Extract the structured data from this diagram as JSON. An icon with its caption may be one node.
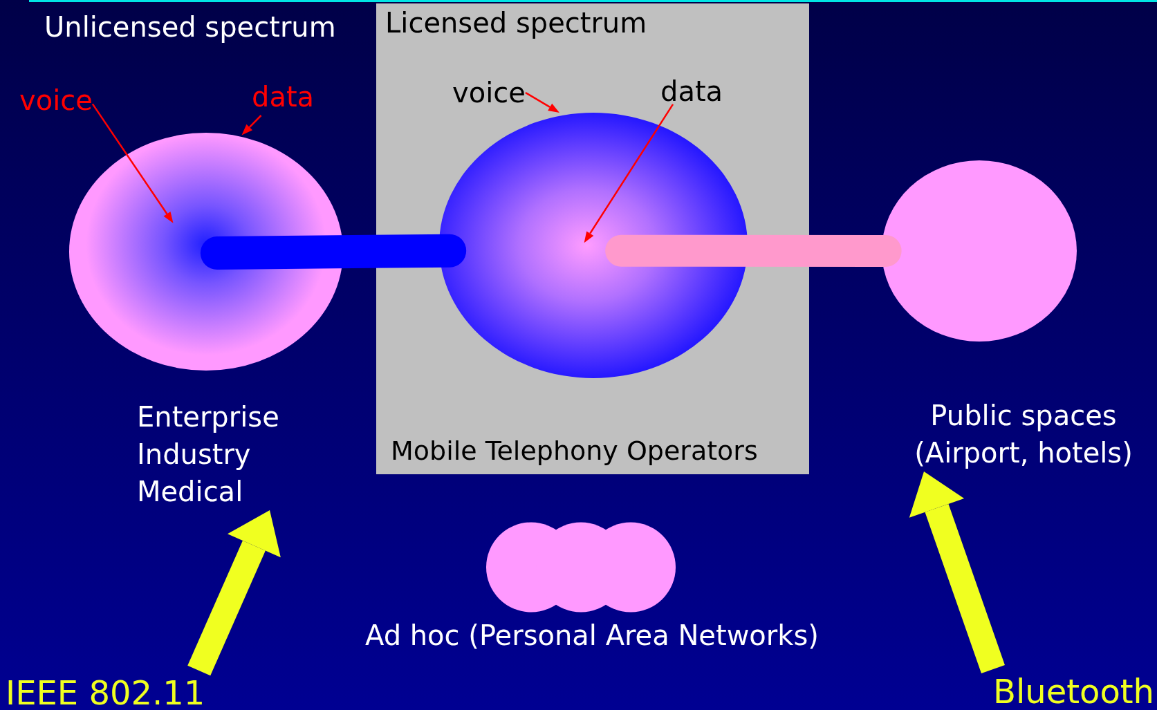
{
  "diagram": {
    "nodes": [
      {
        "text": [
          "Licensed spectrum",
          "Mobile Telephony Operators"
        ]
      },
      {
        "text": [],
        "shape": "circle"
      },
      {
        "text": [],
        "shape": "circle",
        "in": 0
      },
      {
        "text": [],
        "shape": "circle"
      },
      {
        "text": [],
        "shape": "cloud",
        "beside": [
          "Ad hoc (Personal Area Networks)"
        ]
      },
      {
        "text": [
          "voice"
        ]
      },
      {
        "text": [
          "data"
        ]
      },
      {
        "text": [
          "voice"
        ],
        "in": 0
      },
      {
        "text": [
          "data"
        ],
        "in": 0
      },
      {
        "text": [
          "Enterprise Industry Medical"
        ]
      },
      {
        "text": [
          "Public spaces (Airport, hotels)"
        ]
      },
      {
        "text": [
          "IEEE 802.11"
        ]
      },
      {
        "text": [
          "Bluetooth"
        ]
      }
    ],
    "edges": [
      {
        "from": 5,
        "to": 1,
        "arrow": "to",
        "color": "#ff0000"
      },
      {
        "from": 6,
        "to": 1,
        "arrow": "to",
        "color": "#ff0000"
      },
      {
        "from": 7,
        "to": 2,
        "arrow": "to",
        "color": "#ff0000"
      },
      {
        "from": 8,
        "to": 2,
        "arrow": "to",
        "color": "#ff0000"
      },
      {
        "from": 1,
        "to": 2,
        "arrow": "none",
        "style": "thick",
        "color": "#0000ff"
      },
      {
        "from": 2,
        "to": 3,
        "arrow": "none",
        "style": "thick",
        "color": "#ff99cc"
      },
      {
        "from": 11,
        "to": 9,
        "arrow": "to",
        "style": "thick",
        "color": "#f0ff20"
      },
      {
        "from": 12,
        "to": 10,
        "arrow": "to",
        "style": "thick",
        "color": "#f0ff20"
      }
    ],
    "labels": [
      "Unlicensed spectrum"
    ]
  }
}
